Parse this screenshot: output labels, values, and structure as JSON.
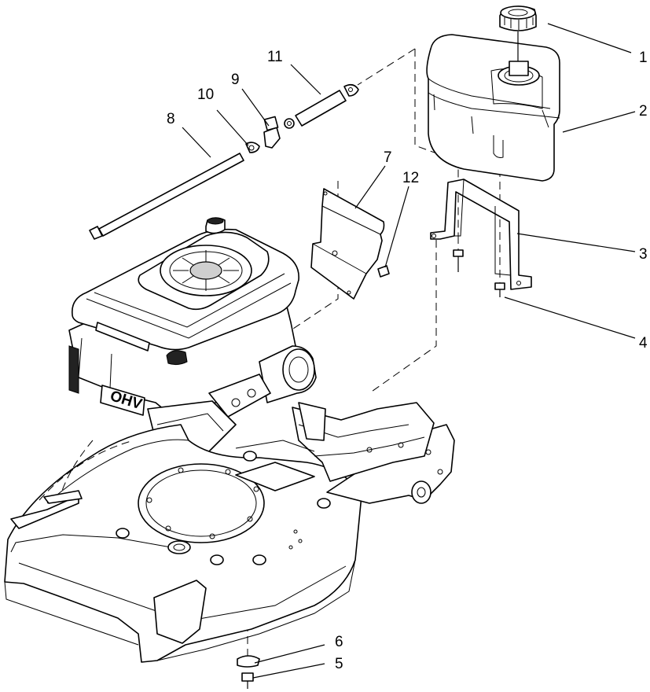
{
  "diagram": {
    "callouts": [
      {
        "id": "c1",
        "text": "1"
      },
      {
        "id": "c2",
        "text": "2"
      },
      {
        "id": "c3",
        "text": "3"
      },
      {
        "id": "c4",
        "text": "4"
      },
      {
        "id": "c5",
        "text": "5"
      },
      {
        "id": "c6",
        "text": "6"
      },
      {
        "id": "c7",
        "text": "7"
      },
      {
        "id": "c8",
        "text": "8"
      },
      {
        "id": "c9",
        "text": "9"
      },
      {
        "id": "c10",
        "text": "10"
      },
      {
        "id": "c11",
        "text": "11"
      },
      {
        "id": "c12",
        "text": "12"
      }
    ],
    "engine_label": "OHV"
  }
}
